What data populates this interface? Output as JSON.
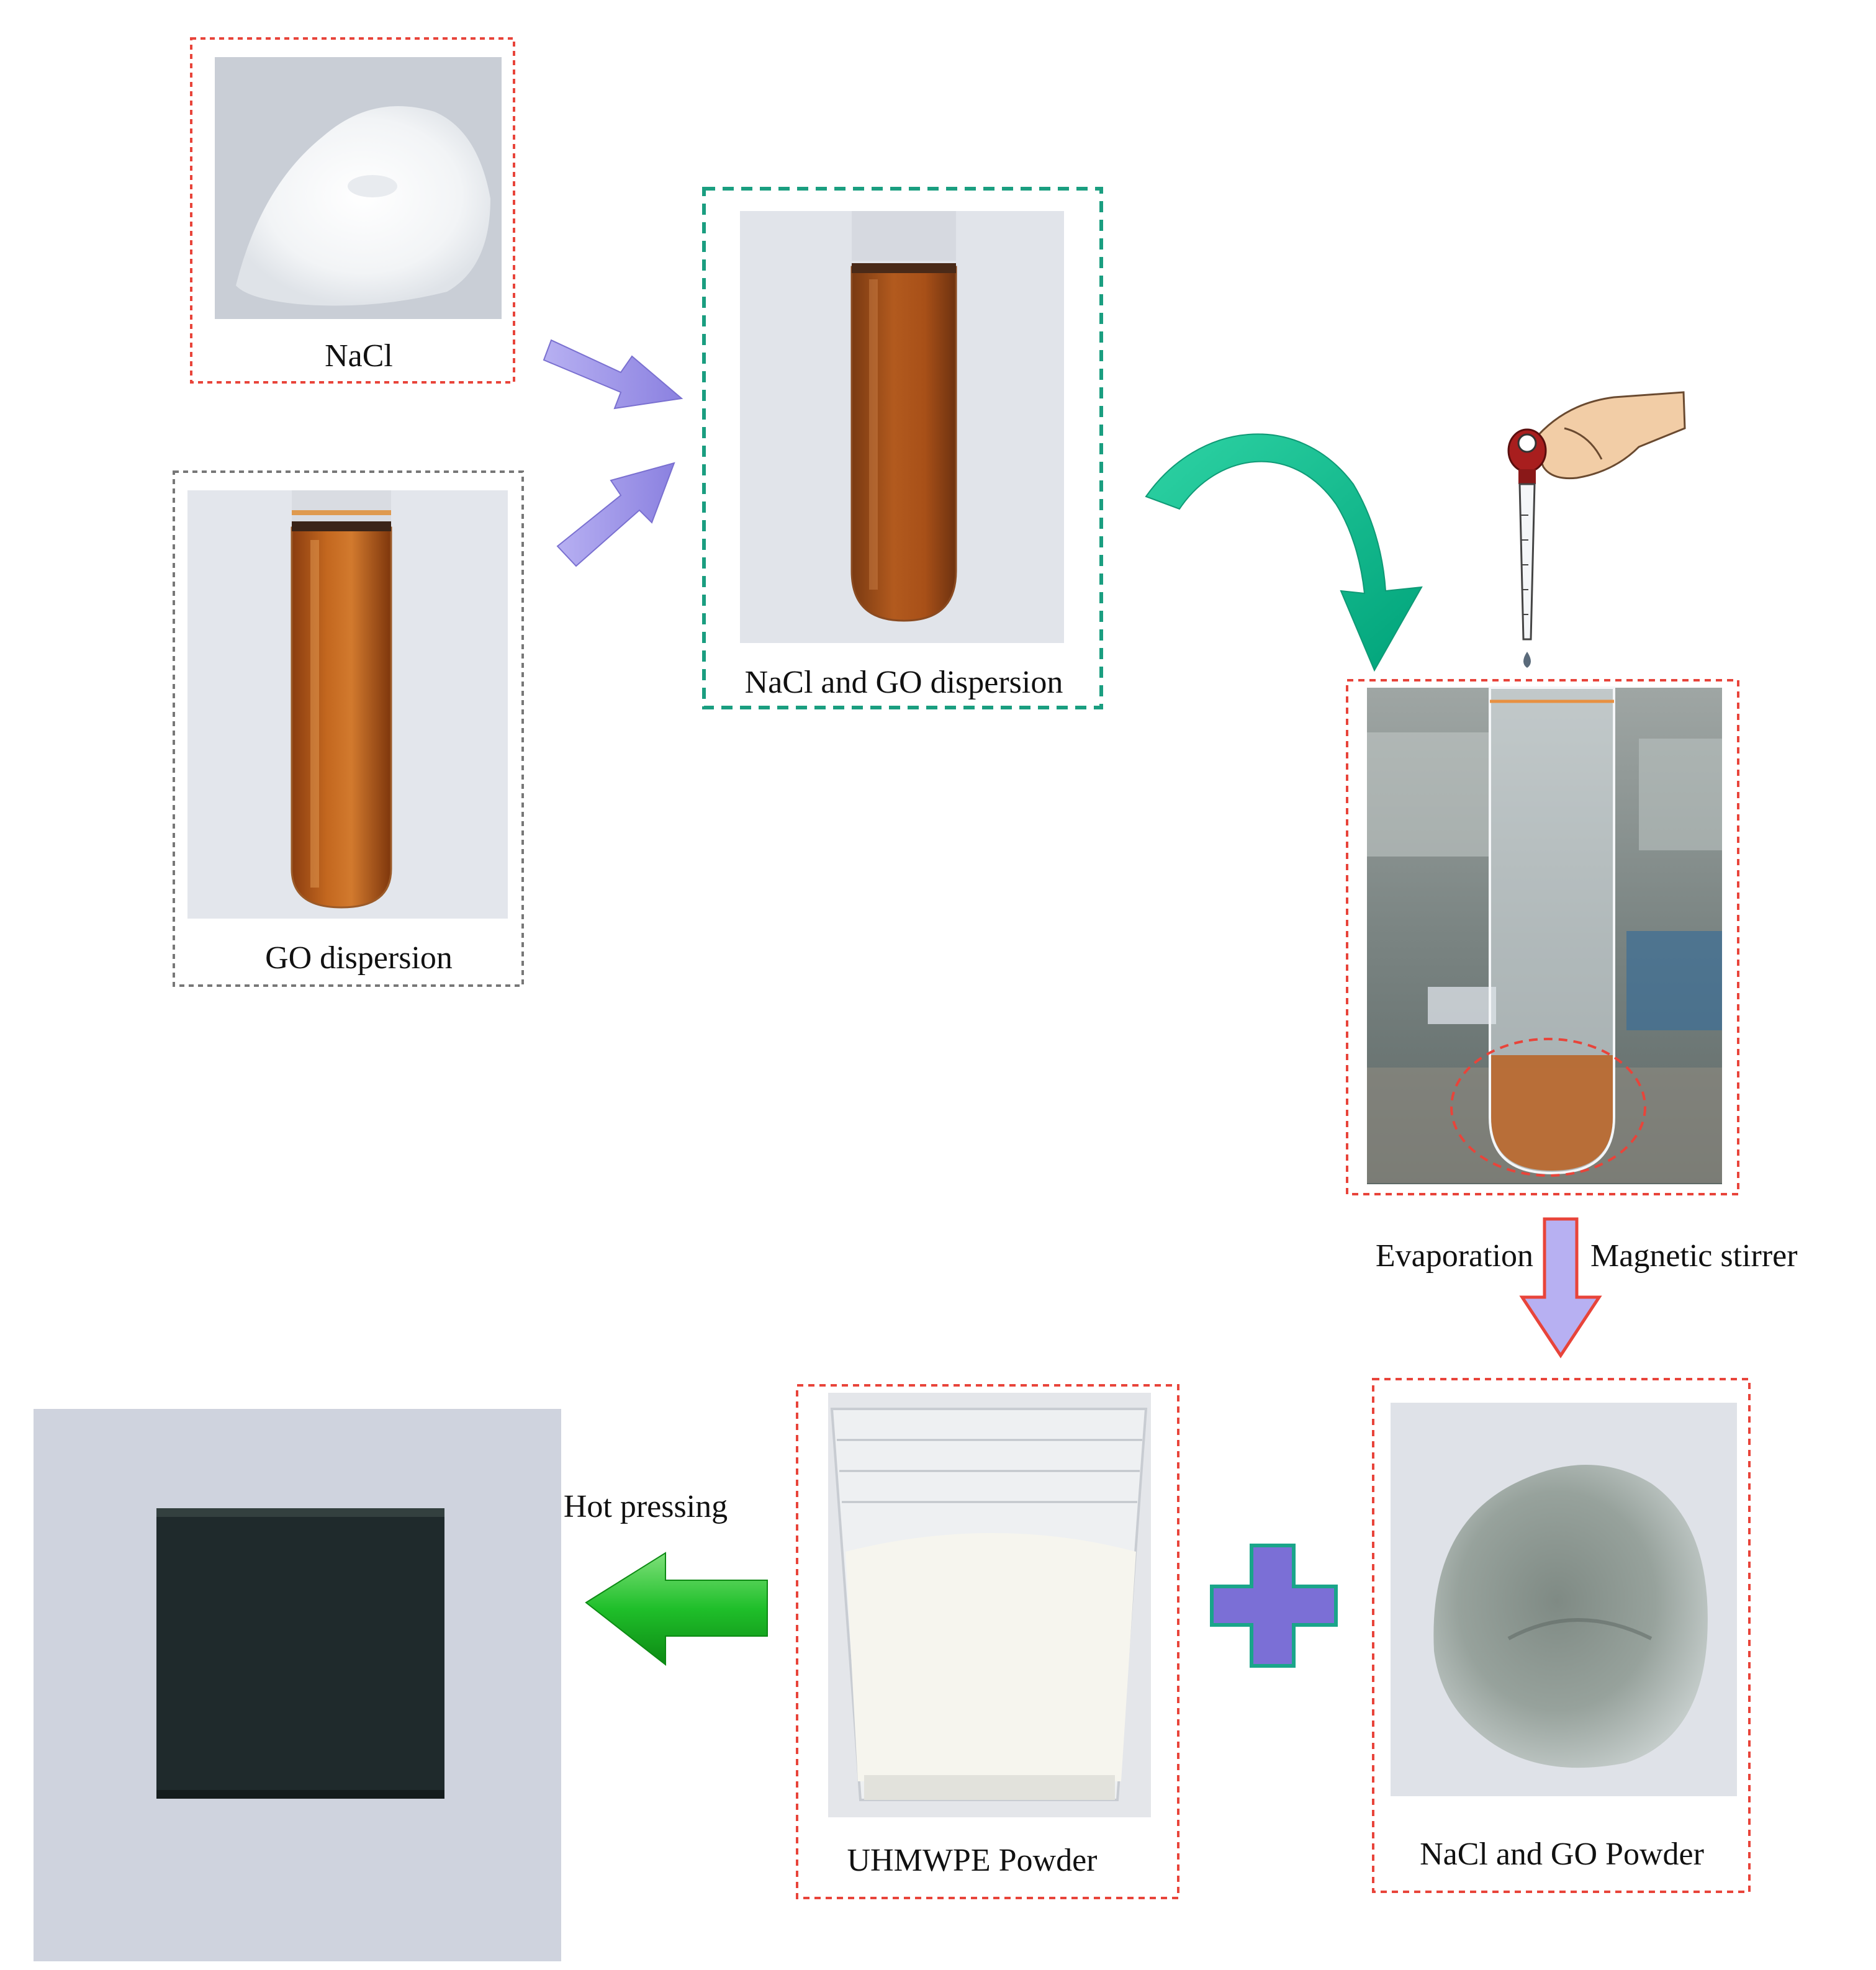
{
  "figure": {
    "labels": {
      "nacl": "NaCl",
      "go_dispersion": "GO dispersion",
      "nacl_go_dispersion": "NaCl and GO dispersion",
      "evaporation": "Evaporation",
      "magnetic_stirrer": "Magnetic stirrer",
      "nacl_go_powder": "NaCl and GO Powder",
      "uhmwpe_powder": "UHMWPE Powder",
      "hot_pressing": "Hot pressing"
    },
    "colors": {
      "frame_red": "#e8443a",
      "frame_gray": "#777777",
      "frame_teal": "#1a9e80",
      "arrow_lavender": "#9f96e8",
      "arrow_teal": "#00c896",
      "arrow_green": "#1fbf2a",
      "plus_purple": "#7b6fd6",
      "plus_outline": "#1aa58a",
      "dispersion_brown": "#b2561c",
      "powder_gray": "#8e9890",
      "sponge_dark": "#1f2a2c"
    }
  }
}
